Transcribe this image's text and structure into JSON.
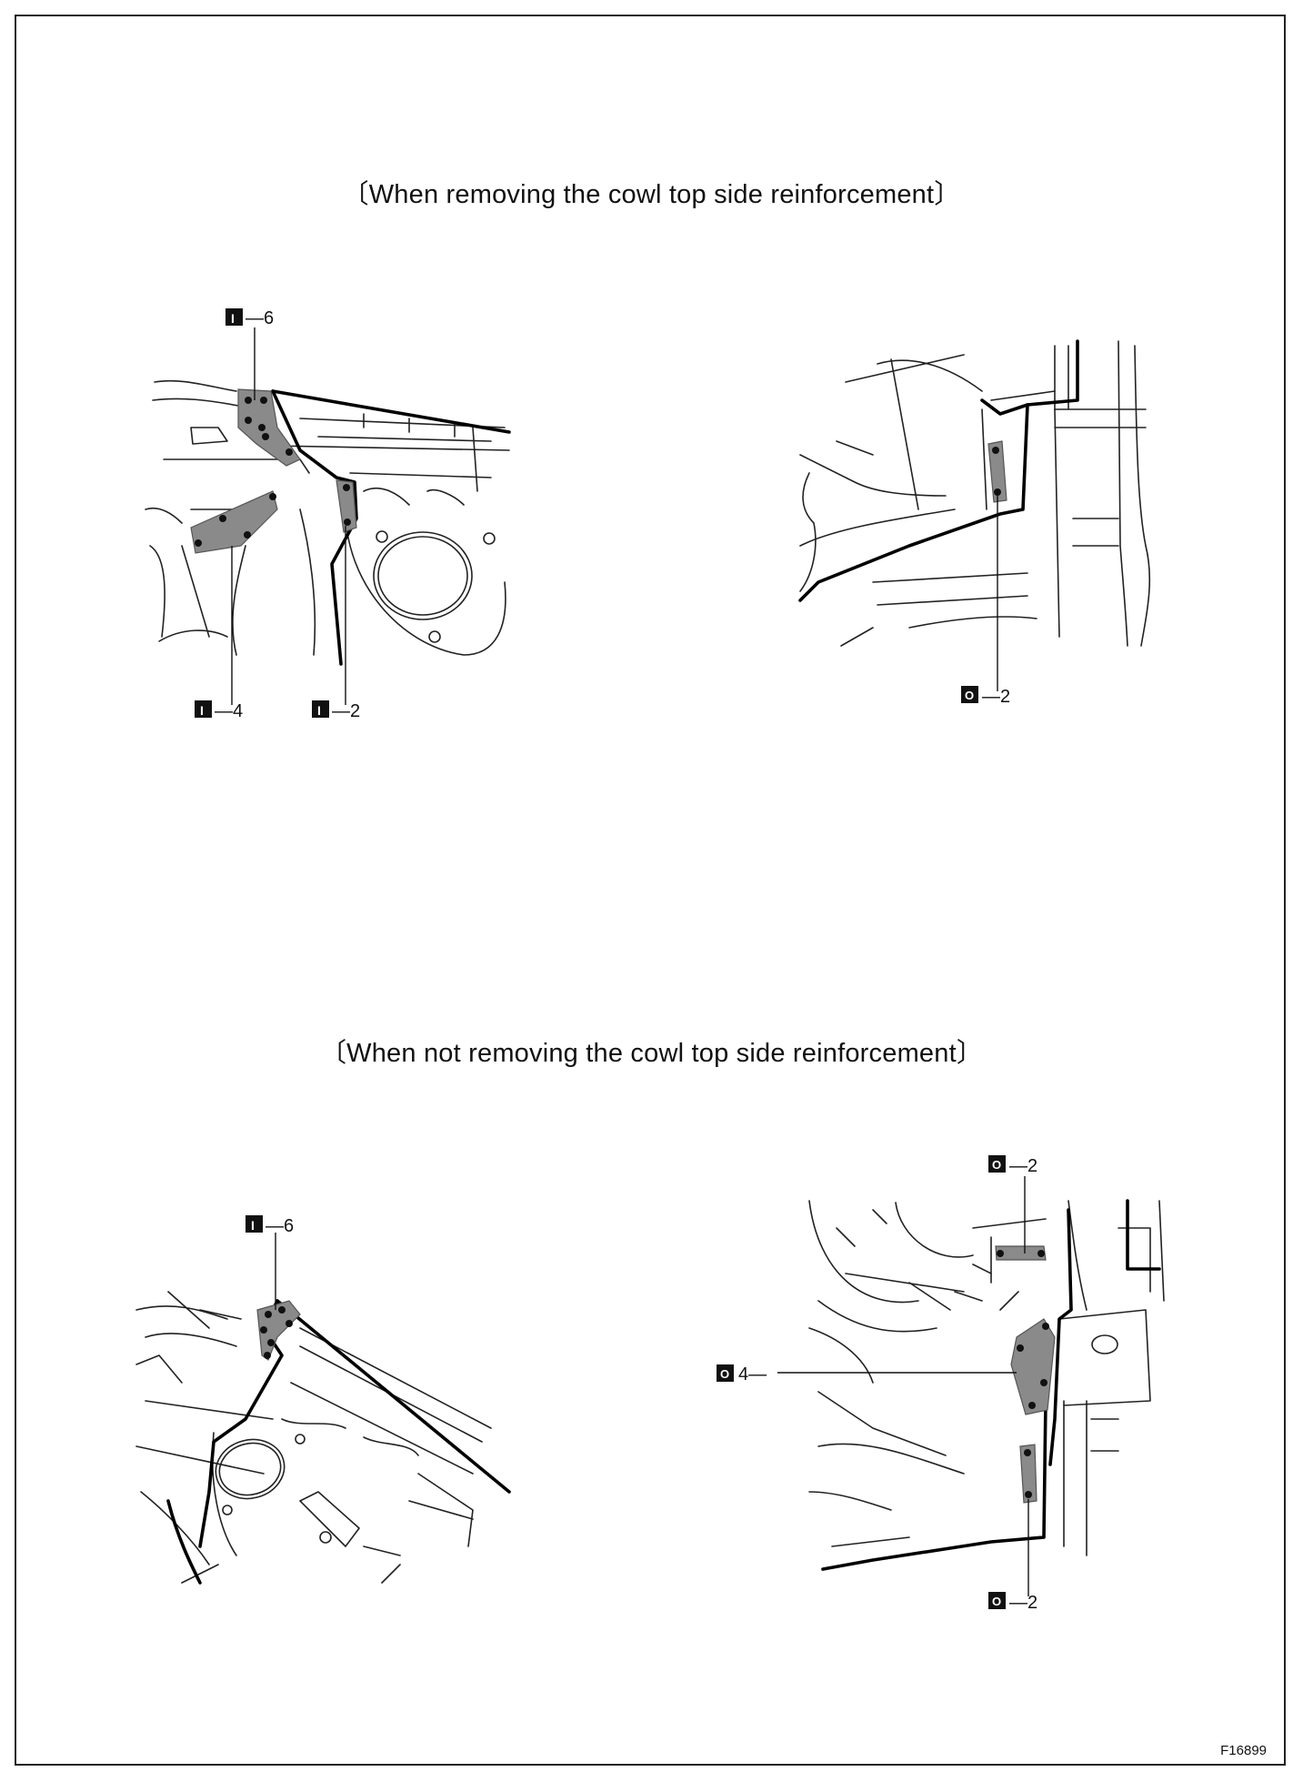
{
  "headings": {
    "removing": "〔When removing the cowl top side reinforcement〕",
    "not_removing": "〔When not removing the cowl top side reinforcement〕"
  },
  "figure_code": "F16899",
  "weld_types": {
    "I": "I",
    "O": "O"
  },
  "callouts": {
    "fig1_top": "—6",
    "fig1_left": "—4",
    "fig1_right": "—2",
    "fig2_bottom": "—2",
    "fig3_top": "—6",
    "fig4_top": "—2",
    "fig4_mid": "4—",
    "fig4_bottom": "—2"
  },
  "colors": {
    "line": "#000000",
    "weld_area": "#8a8a8a",
    "background": "#ffffff"
  }
}
